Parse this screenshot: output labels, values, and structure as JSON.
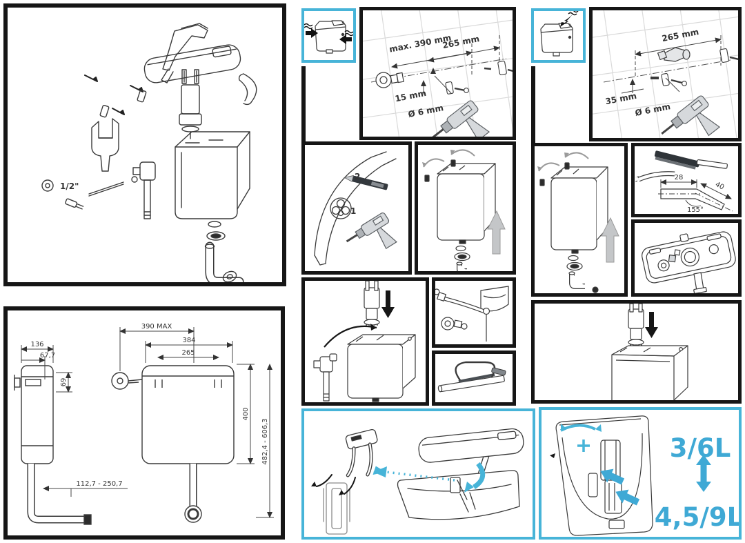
{
  "document": {
    "type": "cistern-installation-manual-page",
    "subject": "low-level toilet flush cistern: exploded parts, dimensions and mounting steps"
  },
  "colors": {
    "accent_cyan": "#47b4d8",
    "volume_text_blue": "#3fa9d5",
    "line_black": "#161616",
    "arrow_gray": "#c4c6c8"
  },
  "exploded_view": {
    "half_inch_label": "1/2\""
  },
  "dimension_drawing": {
    "width_max": "390 MAX",
    "lid_width": "384",
    "hole_spacing": "265",
    "depth": "136",
    "inlet_offset": "67,7",
    "inlet_height": "69",
    "body_height": "400",
    "total_height_range": "482,4 - 606,3",
    "outlet_pipe_range": "112,7 - 250,7"
  },
  "drill_side_inlet": {
    "max_width": "max. 390 mm",
    "hole_spacing": "265 mm",
    "offset": "15 mm",
    "drill_bit": "Ø 6 mm"
  },
  "drill_top_inlet": {
    "hole_spacing": "265 mm",
    "offset": "35 mm",
    "drill_bit": "Ø 6 mm"
  },
  "cut_inlet_hole": {
    "step_drill": "1",
    "step_knife": "2"
  },
  "pipe_cutting": {
    "length_straight": "28",
    "length_angled": "40",
    "bend_angle": "155°"
  },
  "flush_volume": {
    "dual_flush": "3/6L",
    "alternative": "4,5/9L"
  }
}
